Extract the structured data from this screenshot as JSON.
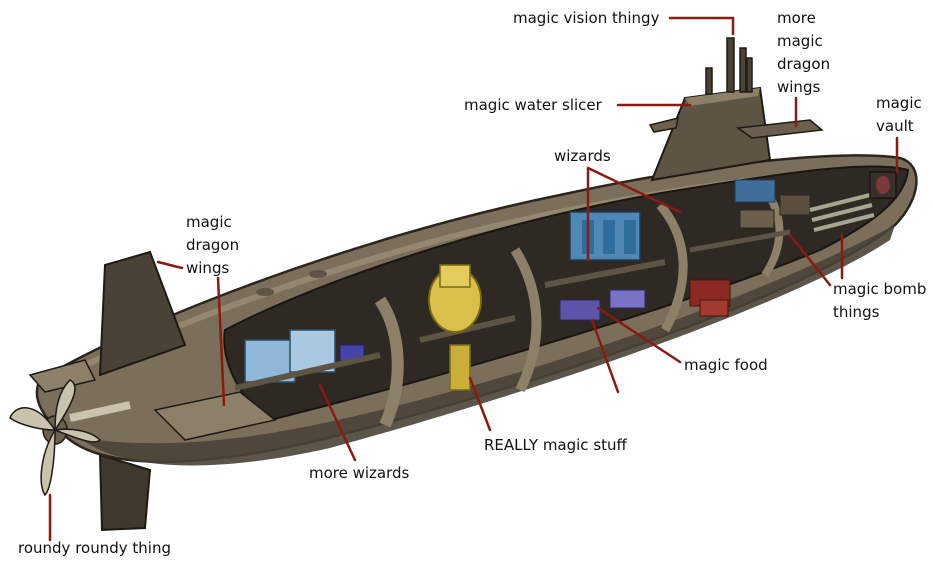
{
  "labels": {
    "magic_vision_thingy": "magic vision thingy",
    "more_magic_dragon_wings": "more\nmagic\ndragon\nwings",
    "magic_water_slicer": "magic water slicer",
    "magic_vault": "magic\nvault",
    "wizards": "wizards",
    "magic_dragon_wings": "magic\ndragon\nwings",
    "magic_bomb_things": "magic bomb\nthings",
    "magic_food": "magic food",
    "really_magic_stuff": "REALLY magic stuff",
    "more_wizards": "more wizards",
    "roundy_roundy_thing": "roundy roundy thing"
  },
  "colors": {
    "hull": "#7b6f5b",
    "hull_dark": "#4a4235",
    "leader_line": "#8a1a12",
    "interior_blue": "#4f88b4",
    "cargo_yellow": "#d9c04a",
    "cargo_red": "#8b2a22"
  }
}
